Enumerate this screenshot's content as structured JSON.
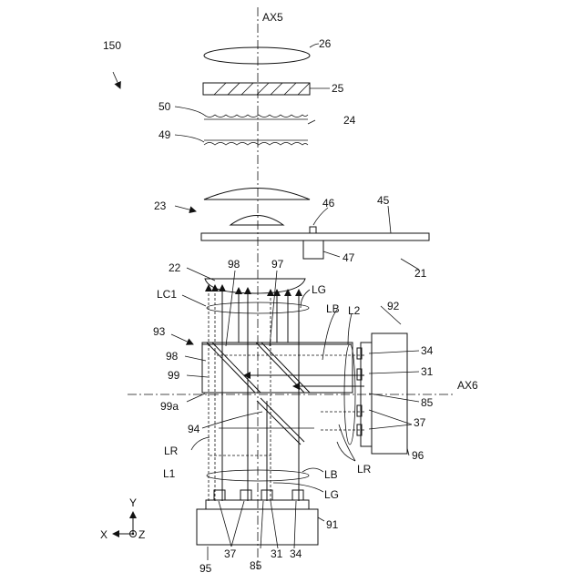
{
  "labels": {
    "fig": "150",
    "ax5": "AX5",
    "ax6": "AX6",
    "l26": "26",
    "l25": "25",
    "l50": "50",
    "l24": "24",
    "l49": "49",
    "l23": "23",
    "l46": "46",
    "l45": "45",
    "l47": "47",
    "l21": "21",
    "l22": "22",
    "l98a": "98",
    "l97": "97",
    "lc1": "LC1",
    "lg1": "LG",
    "lb1": "LB",
    "l2": "L2",
    "l92": "92",
    "l93": "93",
    "l98b": "98",
    "l34a": "34",
    "l99": "99",
    "l31a": "31",
    "l99a": "99a",
    "l85a": "85",
    "l37a": "37",
    "l94": "94",
    "l96": "96",
    "lr1": "LR",
    "lr2": "LR",
    "l1": "L1",
    "lb2": "LB",
    "lg2": "LG",
    "l91": "91",
    "l37b": "37",
    "l85b": "85",
    "l31b": "31",
    "l34b": "34",
    "l95": "95",
    "axis_y": "Y",
    "axis_x": "X",
    "axis_z": "Z"
  }
}
